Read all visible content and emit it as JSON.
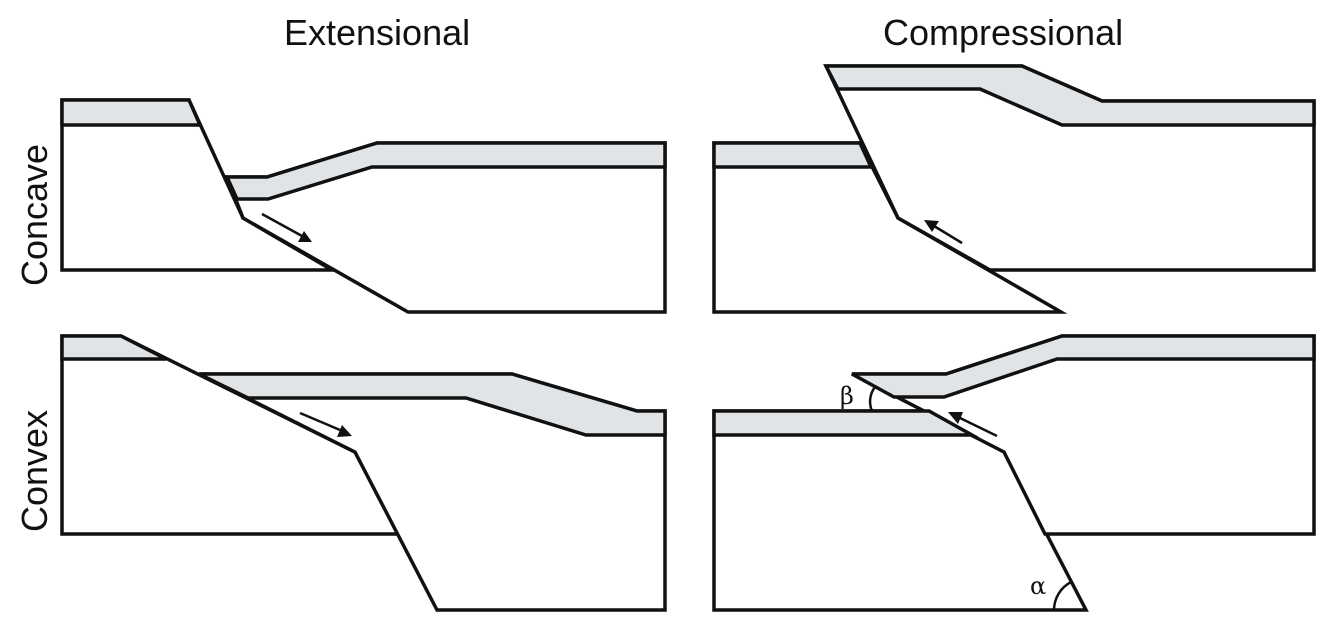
{
  "columns": {
    "extensional": "Extensional",
    "compressional": "Compressional"
  },
  "rows": {
    "concave": "Concave",
    "convex": "Convex"
  },
  "angles": {
    "beta": "β",
    "alpha": "α"
  },
  "colors": {
    "layer": "#e1e4e6",
    "outline": "#111111",
    "background": "#ffffff"
  }
}
